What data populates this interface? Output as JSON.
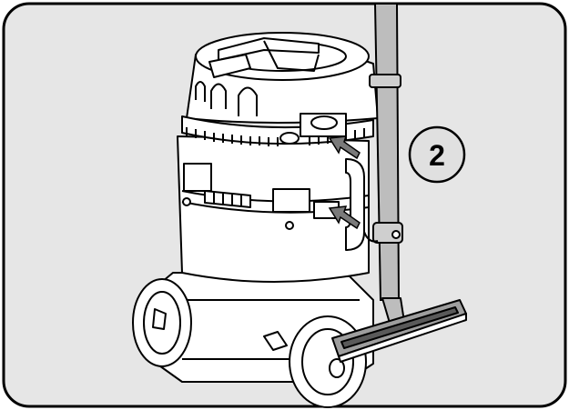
{
  "callout": {
    "step_number": "2"
  },
  "colors": {
    "frame_stroke": "#000000",
    "panel_fill": "#e6e6e6",
    "drawing_fill": "#ffffff",
    "arrow_fill": "#7a7a7a",
    "callout_fill": "#e0e0e0",
    "tube_fill": "#bdbdbd"
  },
  "icons": {
    "vacuum": "wet-dry-vacuum-cleaner",
    "attachment": "floor-nozzle-with-extension-tube",
    "arrows": "insertion-arrow"
  }
}
